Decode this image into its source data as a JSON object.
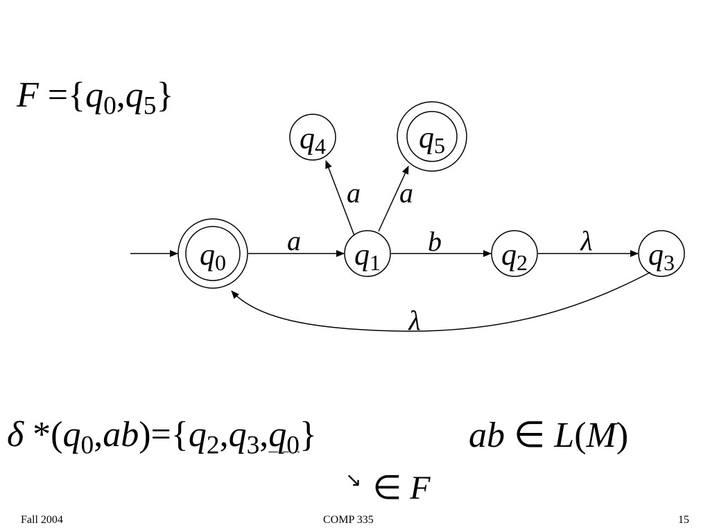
{
  "header": {
    "F": "F",
    "eq": "=",
    "open": "{",
    "q": "q",
    "sub0": "0",
    "comma": ",",
    "sub5": "5",
    "close": "}"
  },
  "diagram": {
    "states": [
      {
        "id": "q0",
        "q": "q",
        "sub": "0",
        "accepting": true,
        "initial": true
      },
      {
        "id": "q1",
        "q": "q",
        "sub": "1",
        "accepting": false
      },
      {
        "id": "q2",
        "q": "q",
        "sub": "2",
        "accepting": false
      },
      {
        "id": "q3",
        "q": "q",
        "sub": "3",
        "accepting": false
      },
      {
        "id": "q4",
        "q": "q",
        "sub": "4",
        "accepting": false
      },
      {
        "id": "q5",
        "q": "q",
        "sub": "5",
        "accepting": true
      }
    ],
    "transitions": [
      {
        "from": "q0",
        "to": "q1",
        "label": "a"
      },
      {
        "from": "q1",
        "to": "q2",
        "label": "b"
      },
      {
        "from": "q2",
        "to": "q3",
        "label": "λ"
      },
      {
        "from": "q1",
        "to": "q4",
        "label": "a"
      },
      {
        "from": "q1",
        "to": "q5",
        "label": "a"
      },
      {
        "from": "q3",
        "to": "q0",
        "label": "λ"
      }
    ]
  },
  "expression": {
    "delta": "δ",
    "star": "*",
    "lparen": "(",
    "q": "q",
    "sub0": "0",
    "comma": ",",
    "ab": "ab",
    "rparen": ")",
    "eq": "=",
    "open": "{",
    "sub2": "2",
    "sub3": "3",
    "close": "}",
    "member_arrow": "↘",
    "member_symbol": "∈",
    "member_set": "F"
  },
  "language": {
    "ab": "ab",
    "in": "∈",
    "L": "L",
    "lparen": "(",
    "M": "M",
    "rparen": ")"
  },
  "footer": {
    "left": "Fall 2004",
    "center": "COMP 335",
    "right": "15"
  }
}
